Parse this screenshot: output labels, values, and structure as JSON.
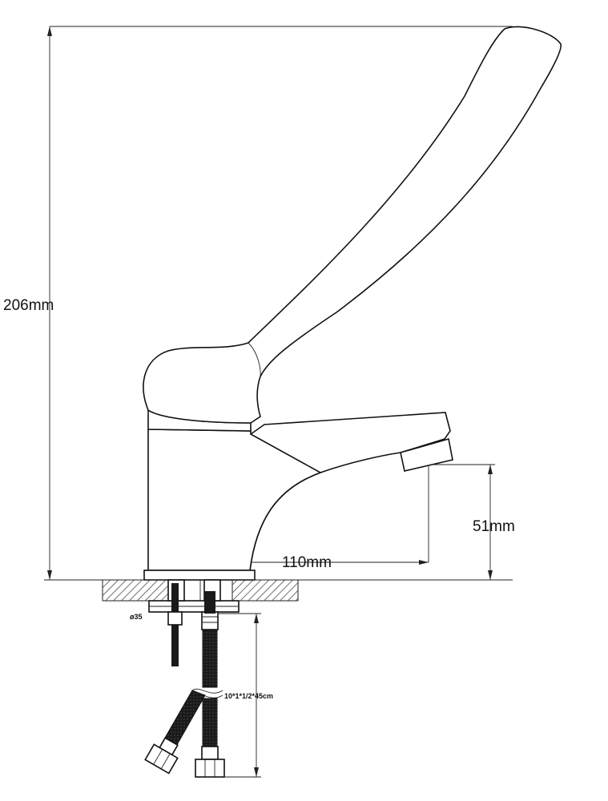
{
  "labels": {
    "height": "206mm",
    "spout_height": "51mm",
    "reach": "110mm",
    "hole_diameter": "ø35",
    "hose_spec": "10*1*1/2*45cm"
  },
  "colors": {
    "line": "#111111",
    "hatch": "#333333",
    "background": "#ffffff"
  }
}
